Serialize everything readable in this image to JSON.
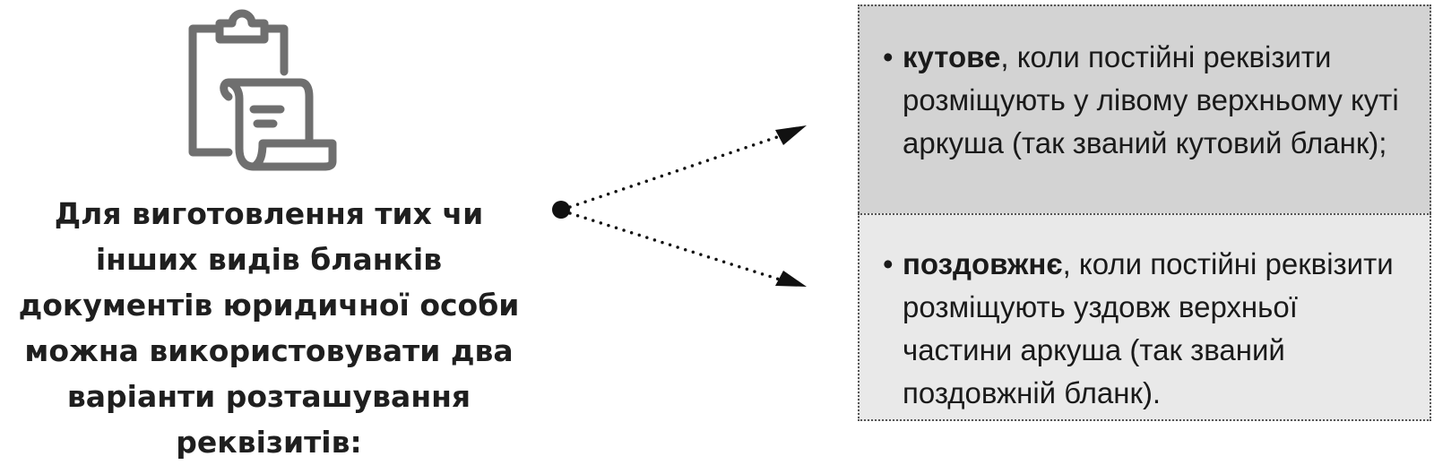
{
  "intro_text": "Для виготовлення тих чи інших видів бланків документів юридичної особи можна використовувати два варіанти розташування реквізитів:",
  "icon": "clipboard-document-icon",
  "options": [
    {
      "bullet": "•",
      "term": "кутове",
      "description": ", коли постійні реквізити розміщують у лівому верхньому куті аркуша (так званий кутовий бланк);"
    },
    {
      "bullet": "•",
      "term": "поздовжнє",
      "description": ", коли постійні реквізити розміщують уздовж верхньої частини аркуша (так званий поздовжній бланк)."
    }
  ],
  "colors": {
    "icon": "#6f6f6f",
    "option1_bg": "#d3d3d3",
    "option2_bg": "#e9e9e9",
    "border": "#555555"
  }
}
